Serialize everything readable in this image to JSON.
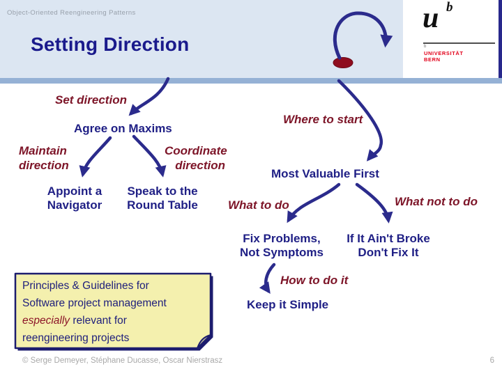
{
  "slide": {
    "eyebrow": "Object-Oriented Reengineering Patterns",
    "title": "Setting Direction",
    "footer": "© Serge Demeyer, Stéphane Ducasse, Oscar Nierstrasz",
    "page_number": "6"
  },
  "logo": {
    "u": "u",
    "b": "b",
    "mark": "b",
    "line1": "UNIVERSITÄT",
    "line2": "BERN"
  },
  "diagram": {
    "set_direction": "Set direction",
    "where_to_start": "Where to start",
    "agree_on_maxims": "Agree on Maxims",
    "maintain_direction": "Maintain\ndirection",
    "coordinate_direction": "Coordinate\ndirection",
    "appoint_a_navigator": "Appoint a\nNavigator",
    "speak_to_the_round_table": "Speak to the\nRound Table",
    "most_valuable_first": "Most Valuable First",
    "what_to_do": "What to do",
    "what_not_to_do": "What not to do",
    "fix_problems_not_symptoms": "Fix Problems,\nNot Symptoms",
    "if_it_aint_broke": "If It Ain't Broke\nDon't Fix It",
    "how_to_do_it": "How to do it",
    "keep_it_simple": "Keep it Simple"
  },
  "note": {
    "line1": "Principles & Guidelines for",
    "line2": "Software project management",
    "line3_emphasis": "especially",
    "line3_rest": "relevant for",
    "line4": "reengineering projects"
  },
  "colors": {
    "navy_text": "#1f1f85",
    "maroon_text": "#7d1528",
    "arrow": "#2b2b8c",
    "header_bg": "#dce6f2",
    "band": "#95b1d5",
    "note_bg": "#f4f0ae",
    "note_border": "#1c1c6e",
    "logo_red": "#e2001a",
    "ellipse": "#8f0d1f"
  }
}
